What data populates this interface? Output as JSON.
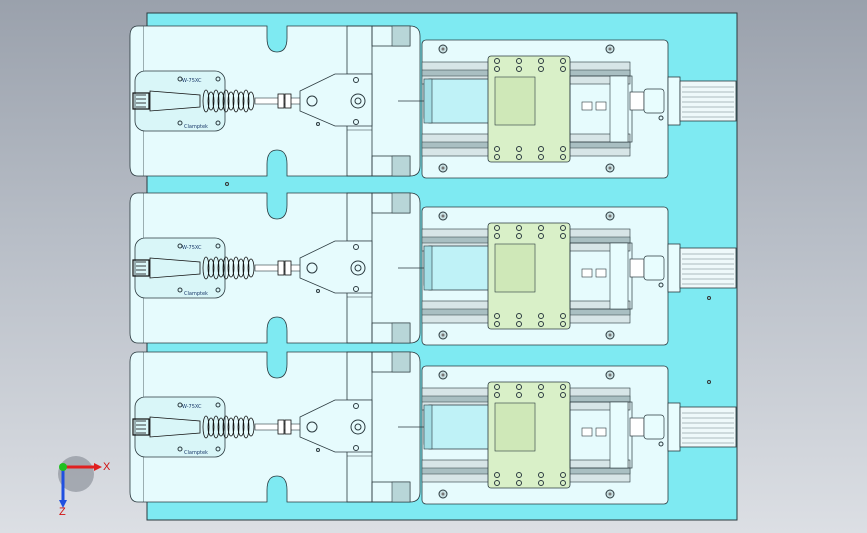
{
  "viewport": {
    "background_top": "#9aa1ac",
    "background_bottom": "#dcdfe4",
    "baseplate_color": "#7eeaf2",
    "part_color": "#e6fbfd",
    "outline_color": "#2b3a3f"
  },
  "assembly": {
    "stations": [
      {
        "clamp_label": "Clamptek",
        "clamp_code": "W-75XC"
      },
      {
        "clamp_label": "Clamptek",
        "clamp_code": "W-75XC"
      },
      {
        "clamp_label": "Clamptek",
        "clamp_code": "W-75XC"
      }
    ]
  },
  "triad": {
    "x_label": "X",
    "z_label": "Z",
    "x_color": "#e02020",
    "y_color": "#20c020",
    "z_color": "#2050e0"
  }
}
